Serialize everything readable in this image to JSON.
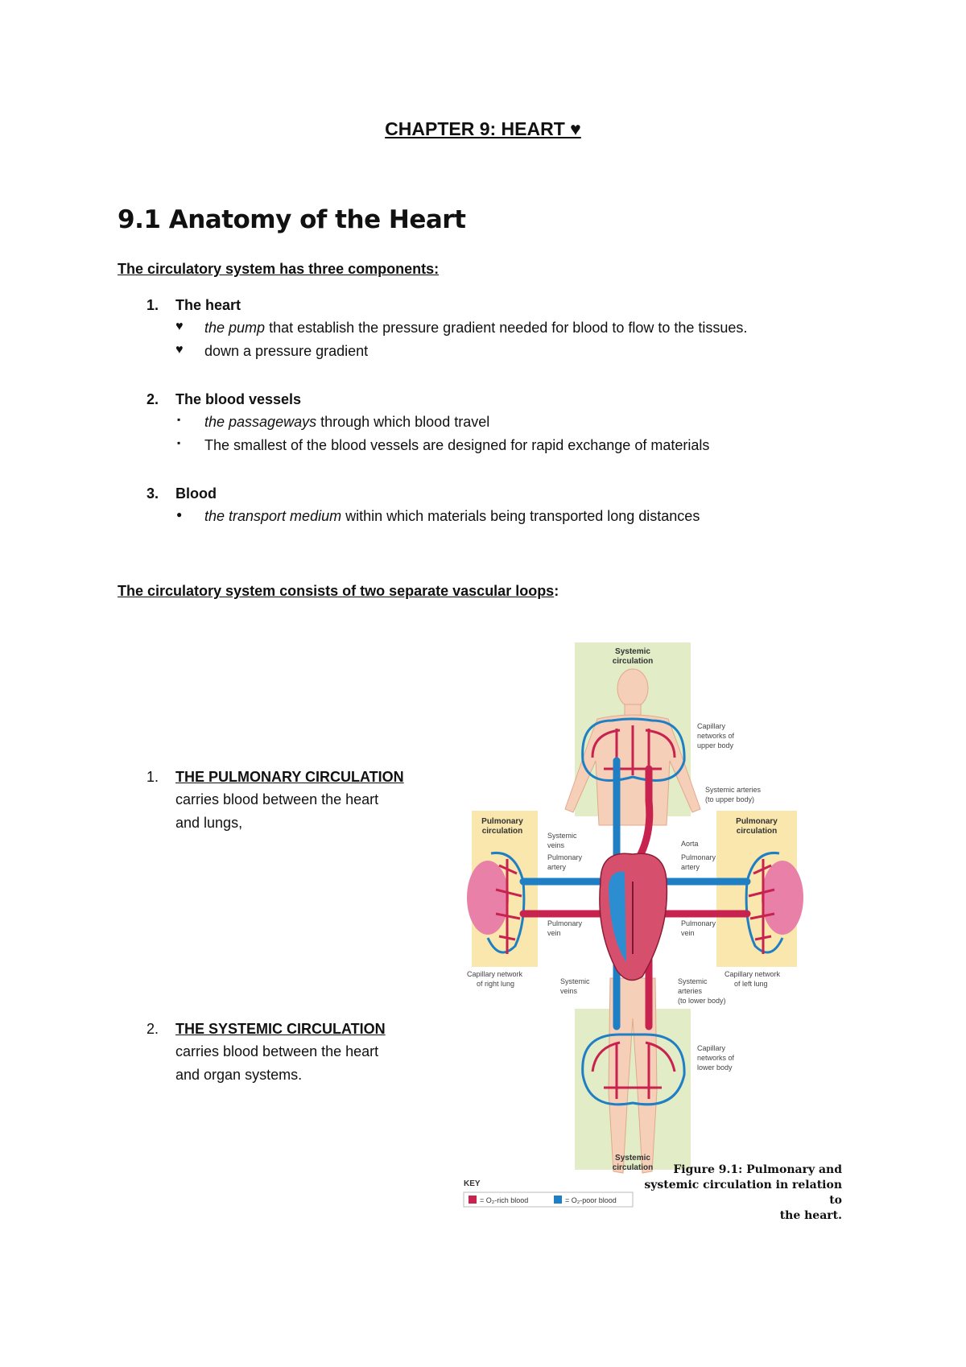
{
  "chapter_title": "CHAPTER 9: HEART ♥",
  "section_heading": "9.1 Anatomy of the Heart",
  "components_heading": "The circulatory system has three components:",
  "components": [
    {
      "number": "1.",
      "title": "The heart",
      "bullet_symbol": "♥",
      "bullets": [
        {
          "italic": "the pump",
          "text": " that establish the pressure gradient needed for blood to flow to the tissues."
        },
        {
          "italic": "",
          "text": "down a pressure gradient"
        }
      ]
    },
    {
      "number": "2.",
      "title": "The blood vessels",
      "bullet_symbol": "▪",
      "bullets": [
        {
          "italic": "the passageways",
          "text": " through which blood travel"
        },
        {
          "italic": "",
          "text": "The smallest of the blood vessels are designed for rapid exchange of materials"
        }
      ]
    },
    {
      "number": "3.",
      "title": "Blood",
      "bullet_symbol": "●",
      "bullets": [
        {
          "italic": "the transport medium",
          "text": " within which materials being transported long distances"
        }
      ]
    }
  ],
  "loops_heading": "The circulatory system consists of two separate vascular loops",
  "loops_heading_colon": ":",
  "loops": [
    {
      "number": "1.",
      "title": "THE PULMONARY CIRCULATION",
      "line1": "carries blood between the heart",
      "line2": "and lungs,"
    },
    {
      "number": "2.",
      "title": "THE SYSTEMIC CIRCULATION",
      "line1": "carries blood between the heart",
      "line2": "and organ systems."
    }
  ],
  "figure": {
    "labels": {
      "systemic_top_1": "Systemic",
      "systemic_top_2": "circulation",
      "cap_upper_1": "Capillary",
      "cap_upper_2": "networks of",
      "cap_upper_3": "upper body",
      "sys_art_up_1": "Systemic arteries",
      "sys_art_up_2": "(to upper body)",
      "pulm_left_1": "Pulmonary",
      "pulm_left_2": "circulation",
      "pulm_right_1": "Pulmonary",
      "pulm_right_2": "circulation",
      "sys_veins_1": "Systemic",
      "sys_veins_2": "veins",
      "aorta": "Aorta",
      "pulm_art_left_1": "Pulmonary",
      "pulm_art_left_2": "artery",
      "pulm_art_right_1": "Pulmonary",
      "pulm_art_right_2": "artery",
      "pulm_vein_left_1": "Pulmonary",
      "pulm_vein_left_2": "vein",
      "pulm_vein_right_1": "Pulmonary",
      "pulm_vein_right_2": "vein",
      "cap_right_lung_1": "Capillary network",
      "cap_right_lung_2": "of right lung",
      "cap_left_lung_1": "Capillary network",
      "cap_left_lung_2": "of left lung",
      "sys_veins_low_1": "Systemic",
      "sys_veins_low_2": "veins",
      "sys_art_low_1": "Systemic",
      "sys_art_low_2": "arteries",
      "sys_art_low_3": "(to lower body)",
      "cap_lower_1": "Capillary",
      "cap_lower_2": "networks of",
      "cap_lower_3": "lower body",
      "systemic_bot_1": "Systemic",
      "systemic_bot_2": "circulation",
      "key": "KEY",
      "key_rich": "= O₂-rich blood",
      "key_poor": "= O₂-poor blood"
    },
    "colors": {
      "o2_rich": "#c8224e",
      "o2_poor": "#1f7fc4",
      "systemic_bg": "#e2ecc6",
      "pulmonary_bg": "#f9e7ae"
    },
    "caption_line1": "Figure 9.1: Pulmonary and",
    "caption_line2": "systemic circulation in relation to",
    "caption_line3": "the heart."
  }
}
